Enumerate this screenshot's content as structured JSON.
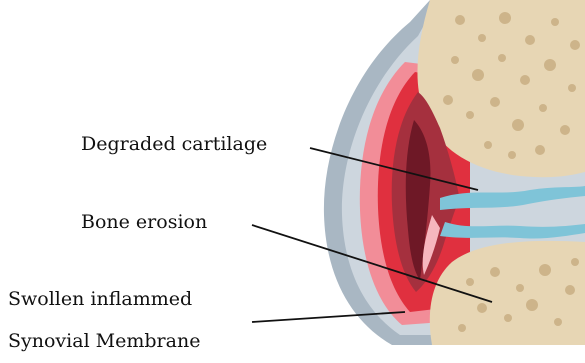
{
  "labels": {
    "degraded_cartilage": "Degraded cartilage",
    "bone_erosion": "Bone erosion",
    "swollen_line1": "Swollen inflammed",
    "swollen_line2": "Synovial Membrane"
  },
  "colors": {
    "background": "#ffffff",
    "bone": "#e7d6b4",
    "bone_pore": "#cdb48a",
    "capsule": "#a9b7c3",
    "synovium": "#f28d98",
    "inflammation": "#e0303f",
    "cavity": "#a5303e",
    "cavity_dark": "#6e1826",
    "cartilage": "#7fc4d8",
    "leader_line": "#111111"
  }
}
